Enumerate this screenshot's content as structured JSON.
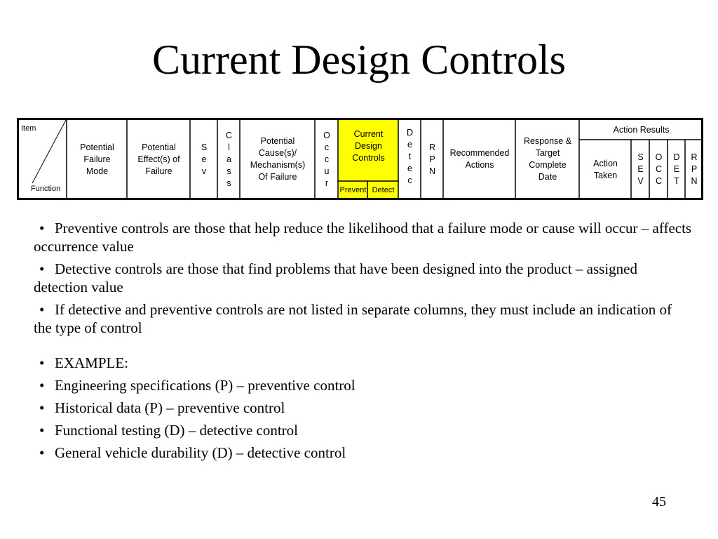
{
  "title": "Current Design Controls",
  "table": {
    "item": "Item",
    "function": "Function",
    "potential_failure_mode": "Potential\nFailure\nMode",
    "potential_effects": "Potential\nEffect(s) of\nFailure",
    "sev": "S\ne\nv",
    "class": "C\nl\na\ns\ns",
    "potential_causes": "Potential\nCause(s)/\nMechanism(s)\nOf Failure",
    "occur": "O\nc\nc\nu\nr",
    "current_design_controls": "Current\nDesign\nControls",
    "prevent": "Prevent",
    "detect": "Detect",
    "detec": "D\ne\nt\ne\nc",
    "rpn": "R\nP\nN",
    "recommended_actions": "Recommended\nActions",
    "response_target": "Response &\nTarget\nComplete\nDate",
    "action_results": "Action Results",
    "action_taken": "Action\nTaken",
    "res_sev": "S\nE\nV",
    "res_occ": "O\nC\nC",
    "res_det": "D\nE\nT",
    "res_rpn": "R\nP\nN",
    "highlight_color": "#ffff00"
  },
  "bullets": [
    "Preventive controls are those that help reduce the likelihood that a failure mode or cause will occur – affects occurrence value",
    "Detective controls are those that find problems that have been designed into the product – assigned detection value",
    "If detective and preventive controls are not listed in separate columns, they must include an indication of the type of control",
    "EXAMPLE:",
    "Engineering specifications (P) – preventive control",
    "Historical data (P) – preventive control",
    "Functional testing (D) – detective control",
    "General vehicle durability (D) – detective control"
  ],
  "bullet_char": "•",
  "page_number": "45"
}
